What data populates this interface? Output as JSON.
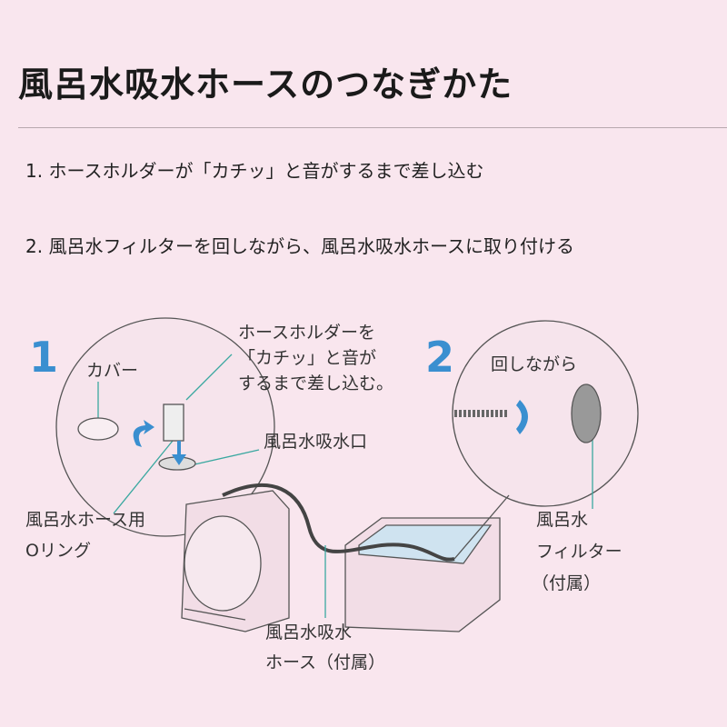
{
  "title": "風呂水吸水ホースのつなぎかた",
  "steps": [
    "1. ホースホルダーが「カチッ」と音がするまで差し込む",
    "2. 風呂水フィルターを回しながら、風呂水吸水ホースに取り付ける"
  ],
  "illustration": {
    "step1_number": "1",
    "step2_number": "2",
    "holder_line1": "ホースホルダーを",
    "holder_line2": "「カチッ」と音が",
    "holder_line3": "するまで差し込む。",
    "cover": "カバー",
    "inlet": "風呂水吸水口",
    "oring_line1": "風呂水ホース用",
    "oring_line2": "Oリング",
    "rotate": "回しながら",
    "filter_line1": "風呂水",
    "filter_line2": "フィルター",
    "filter_line3": "（付属）",
    "hose_line1": "風呂水吸水",
    "hose_line2": "ホース（付属）",
    "accent_color": "#3a8fd0",
    "leader_color": "#3aa8a0"
  }
}
